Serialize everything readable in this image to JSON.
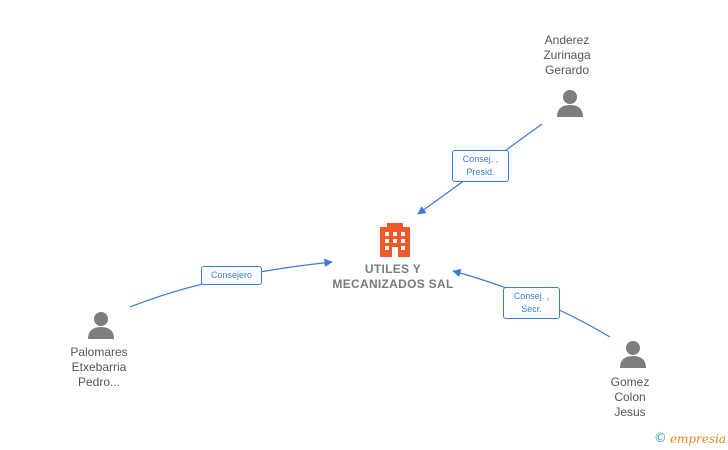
{
  "company": {
    "name_line1": "UTILES Y",
    "name_line2": "MECANIZADOS SAL"
  },
  "persons": [
    {
      "line1": "Anderez",
      "line2": "Zurinaga",
      "line3": "Gerardo",
      "role_line1": "Consej. ,",
      "role_line2": "Presid."
    },
    {
      "line1": "Palomares",
      "line2": "Etxebarria",
      "line3": "Pedro...",
      "role_line1": "Consejero",
      "role_line2": ""
    },
    {
      "line1": "Gomez",
      "line2": "Colon",
      "line3": "Jesus",
      "role_line1": "Consej. ,",
      "role_line2": "Secr."
    }
  ],
  "brand": {
    "symbol": "©",
    "name": "empresia"
  },
  "colors": {
    "edge": "#3a7bd5",
    "person": "#7d7d7d",
    "company": "#f05a28"
  },
  "icons": {
    "person": "person-icon",
    "company": "building-icon"
  }
}
